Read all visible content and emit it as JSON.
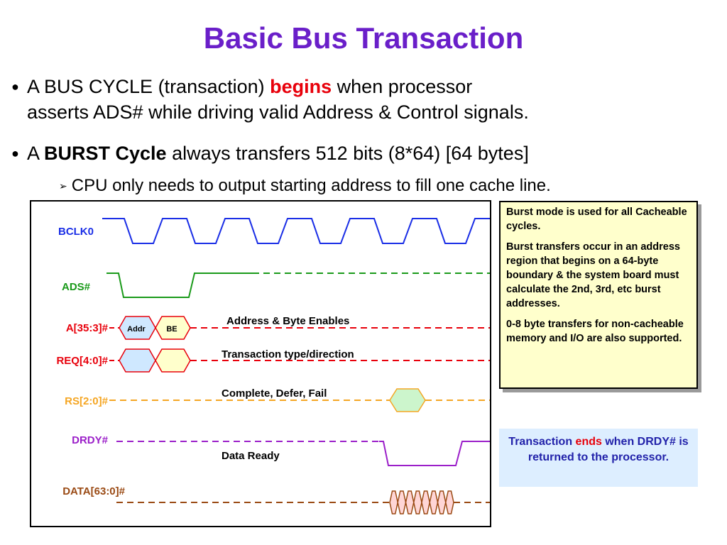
{
  "title": "Basic Bus Transaction",
  "bullets": [
    {
      "pre": "A BUS CYCLE (transaction) ",
      "em": "begins",
      "post": " when processor",
      "line2": "asserts ADS# while driving valid Address & Control signals."
    },
    {
      "pre": "A ",
      "em": "BURST Cycle",
      "post": " always transfers 512 bits (8*64) [64 bytes]"
    }
  ],
  "sub_bullet": "CPU only needs to output starting address to fill one cache line.",
  "signals": [
    {
      "name": "BCLK0",
      "color": "#1a2ee6"
    },
    {
      "name": "ADS#",
      "color": "#1a9a1a"
    },
    {
      "name": "A[35:3]#",
      "color": "#e8000b"
    },
    {
      "name": "REQ[4:0]#",
      "color": "#e8000b"
    },
    {
      "name": "RS[2:0]#",
      "color": "#f5a623"
    },
    {
      "name": "DRDY#",
      "color": "#9b1fc9"
    },
    {
      "name": "DATA[63:0]#",
      "color": "#9a4a14"
    }
  ],
  "annotations": {
    "address": "Address & Byte Enables",
    "request": "Transaction type/direction",
    "response": "Complete, Defer, Fail",
    "data_ready": "Data Ready"
  },
  "boxes": {
    "addr": "Addr",
    "be": "BE"
  },
  "note_burst": {
    "p1": "Burst mode is used for   all Cacheable cycles.",
    "p2": "Burst transfers occur in an address region that begins on a 64-byte boundary & the system board must calculate the 2nd, 3rd, etc burst addresses.",
    "p3": "0-8 byte transfers for non-cacheable memory and I/O are also supported."
  },
  "note_end": {
    "pre": "Transaction ",
    "em": "ends",
    "post": " when DRDY#  is returned to  the processor."
  }
}
